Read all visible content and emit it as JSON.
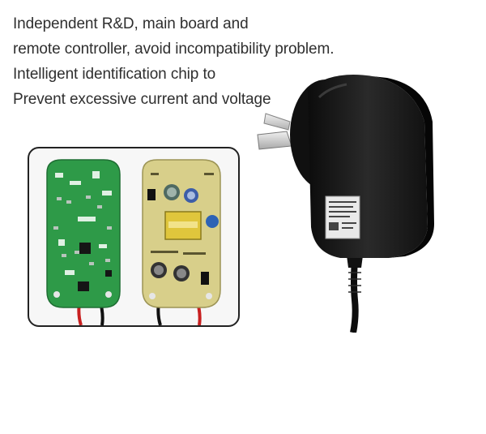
{
  "headline": {
    "lines": [
      "Independent R&D, main board and",
      "remote controller, avoid incompatibility problem.",
      "Intelligent identification chip to",
      "Prevent excessive current and voltage"
    ]
  },
  "images": {
    "pcb_photo": {
      "icon": "circuit-board-photo",
      "colors": {
        "green_board": "#2e9a48",
        "yellow_board": "#d8cf8a",
        "frame": "#222222"
      }
    },
    "adapter_photo": {
      "icon": "power-adapter-photo",
      "colors": {
        "body": "#1a1a1a",
        "prongs": "#cfcfcf",
        "label": "#e9e9e9"
      }
    }
  }
}
